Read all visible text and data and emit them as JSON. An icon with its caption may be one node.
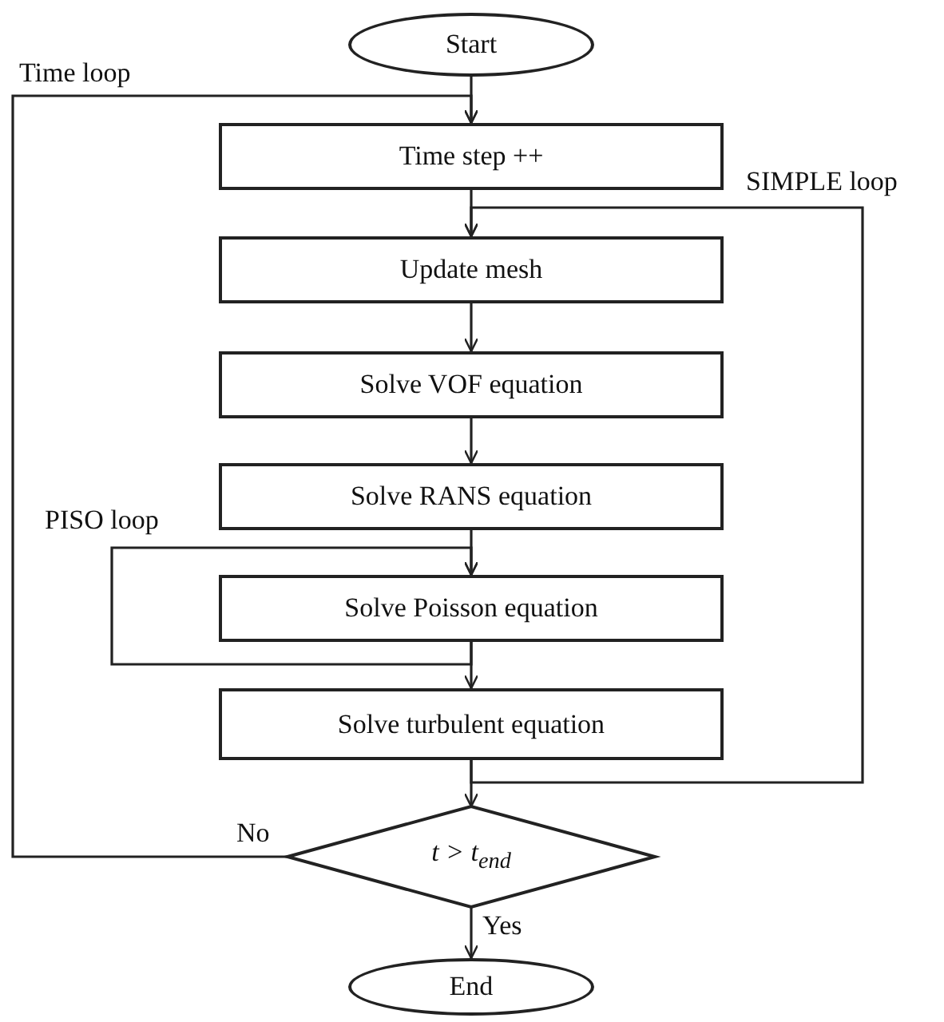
{
  "diagram": {
    "nodes": [
      {
        "text": [
          "Start"
        ]
      },
      {
        "text": [
          "Time step ++"
        ]
      },
      {
        "text": [
          "Update mesh"
        ]
      },
      {
        "text": [
          "Solve VOF equation"
        ]
      },
      {
        "text": [
          "Solve RANS equation"
        ]
      },
      {
        "text": [
          "Solve Poisson equation"
        ]
      },
      {
        "text": [
          "Solve turbulent equation"
        ]
      },
      {
        "text": [
          "t > t$_{end}$"
        ]
      },
      {
        "text": [
          "End"
        ]
      }
    ],
    "edges": [
      {
        "from": 0,
        "to": 1,
        "arrow": "to"
      },
      {
        "from": 1,
        "to": 2,
        "arrow": "to"
      },
      {
        "from": 2,
        "to": 3,
        "arrow": "to"
      },
      {
        "from": 3,
        "to": 4,
        "arrow": "to"
      },
      {
        "from": 4,
        "to": 5,
        "arrow": "to"
      },
      {
        "from": 5,
        "to": 6,
        "arrow": "to"
      },
      {
        "from": 6,
        "to": 7,
        "arrow": "to"
      },
      {
        "from": 7,
        "to": 8,
        "arrow": "to",
        "label": "Yes"
      },
      {
        "from": 7,
        "to": 1,
        "arrow": "to",
        "label": "No"
      },
      {
        "from": 6,
        "to": 2,
        "arrow": "to"
      },
      {
        "from": 5,
        "to": 5,
        "arrow": "to"
      }
    ],
    "labels": [
      "Time loop",
      "SIMPLE loop",
      "PISO loop"
    ]
  }
}
